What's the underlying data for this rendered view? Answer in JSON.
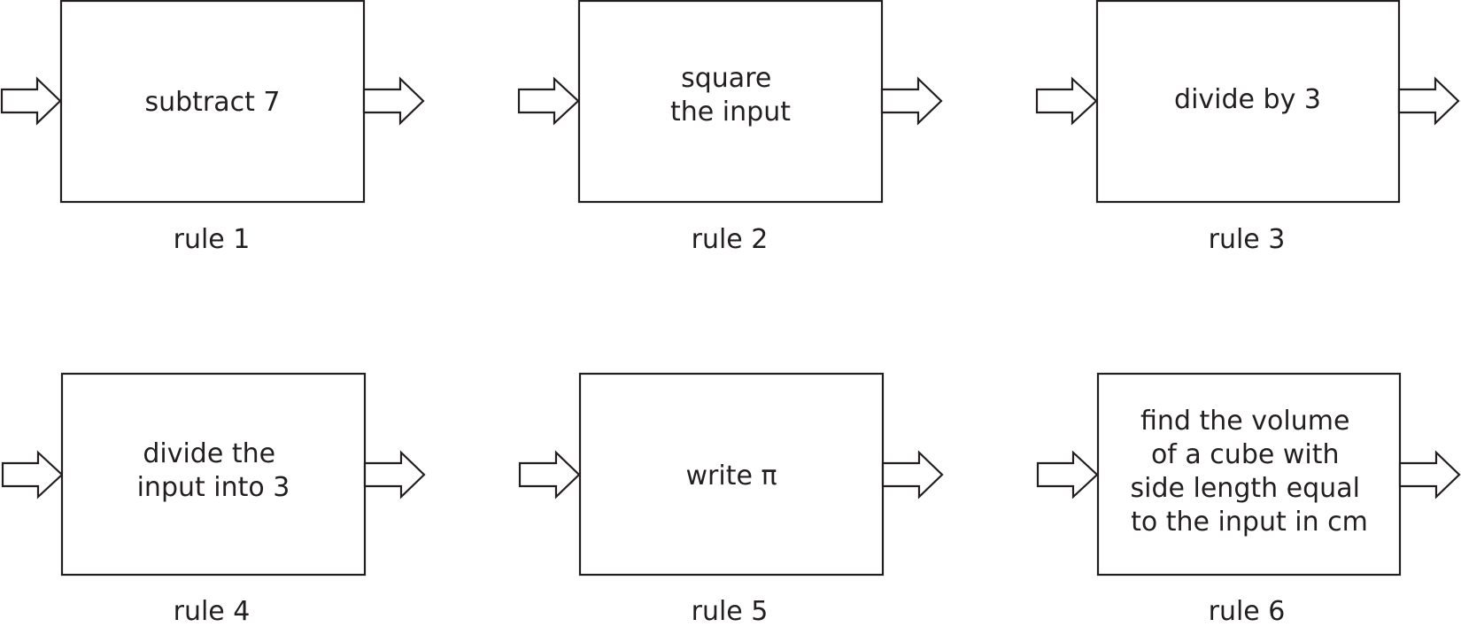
{
  "diagram": {
    "rules": [
      {
        "label": "rule 1",
        "lines": [
          "subtract 7"
        ]
      },
      {
        "label": "rule 2",
        "lines": [
          "square",
          "the input"
        ]
      },
      {
        "label": "rule 3",
        "lines": [
          "divide by 3"
        ]
      },
      {
        "label": "rule 4",
        "lines": [
          "divide the",
          "input into 3"
        ]
      },
      {
        "label": "rule 5",
        "lines": [
          "write π"
        ]
      },
      {
        "label": "rule 6",
        "lines": [
          "find the volume",
          "of a cube with",
          "side length equal",
          "to the input in cm"
        ]
      }
    ]
  }
}
